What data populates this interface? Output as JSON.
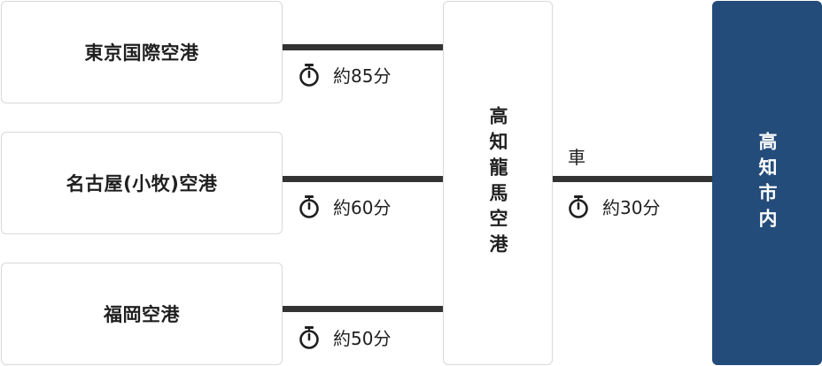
{
  "origins": [
    {
      "name": "東京国際空港",
      "time": "約85分"
    },
    {
      "name": "名古屋(小牧)空港",
      "time": "約60分"
    },
    {
      "name": "福岡空港",
      "time": "約50分"
    }
  ],
  "hub": {
    "name": "高知龍馬空港"
  },
  "final_leg": {
    "mode": "車",
    "time": "約30分"
  },
  "destination": {
    "name": "高知市内"
  },
  "colors": {
    "destination_bg": "#244c7a",
    "line": "#333333",
    "border": "#d9d9d9"
  },
  "icon": "stopwatch-icon"
}
